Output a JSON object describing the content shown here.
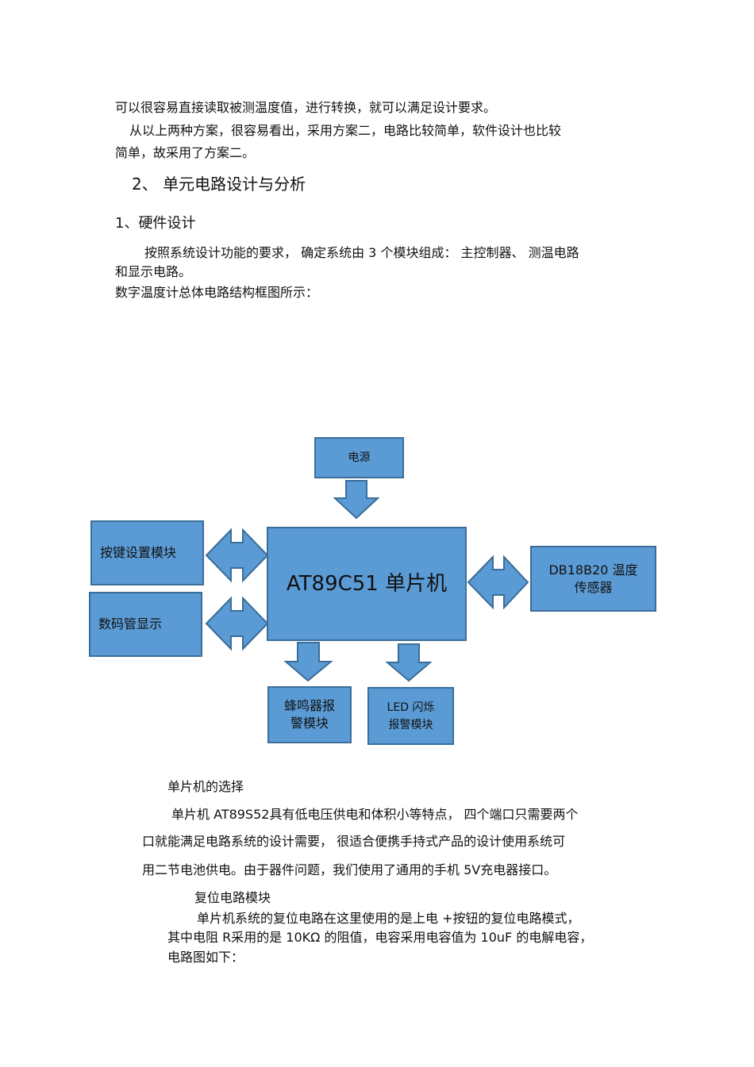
{
  "paragraphs": {
    "p1": "可以很容易直接读取被测温度值，进行转换，就可以满足设计要求。",
    "p2a": "从以上两种方案，很容易看出，采用方案二，电路比较简单，软件设计也比较",
    "p2b": "简单，故采用了方案二。",
    "section2": "2、   单元电路设计与分析",
    "hw_title": "1、硬件设计",
    "p3a": "按照系统设计功能的要求，     确定系统由   3 个模块组成：   主控制器、  测温电路",
    "p3b": "和显示电路。",
    "p4": "数字温度计总体电路结构框图所示："
  },
  "diagram": {
    "power": "电源",
    "keys": "按键设置模块",
    "display": "数码管显示",
    "mcu": "AT89C51 单片机",
    "sensor_l1": "DB18B20 温度",
    "sensor_l2": "传感器",
    "buzzer_l1": "蜂鸣器报",
    "buzzer_l2": "警模块",
    "led_l1": "LED  闪烁",
    "led_l2": "报警模块",
    "color_box": "#5b9bd5",
    "color_border": "#3a6d99"
  },
  "after": {
    "mcu_select_title": "单片机的选择",
    "mcu_p1": "单片机  AT89S52具有低电压供电和体积小等特点，     四个端口只需要两个",
    "mcu_p2": "口就能满足电路系统的设计需要，     很适合便携手持式产品的设计使用系统可",
    "mcu_p3": "用二节电池供电。由于器件问题，我们使用了通用的手机        5V充电器接口。",
    "reset_title": "复位电路模块",
    "reset_p1": "单片机系统的复位电路在这里使用的是上电      +按钮的复位电路模式，",
    "reset_p2": "其中电阻  R采用的是  10KΩ 的阻值，电容采用电容值为    10uF 的电解电容，",
    "reset_p3": "电路图如下："
  }
}
